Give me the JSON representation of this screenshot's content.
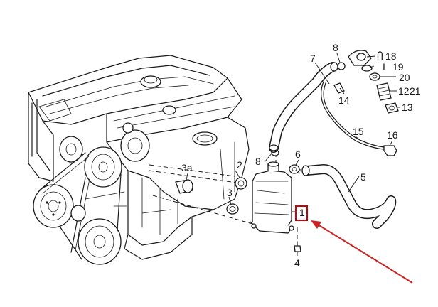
{
  "diagram": {
    "callouts": [
      {
        "id": "p1",
        "text": "1"
      },
      {
        "id": "p2",
        "text": "2"
      },
      {
        "id": "p3",
        "text": "3"
      },
      {
        "id": "p3a",
        "text": "3a"
      },
      {
        "id": "p4",
        "text": "4"
      },
      {
        "id": "p5",
        "text": "5"
      },
      {
        "id": "p6",
        "text": "6"
      },
      {
        "id": "p7",
        "text": "7"
      },
      {
        "id": "p8a",
        "text": "8"
      },
      {
        "id": "p8b",
        "text": "8"
      },
      {
        "id": "p12",
        "text": "12"
      },
      {
        "id": "p13",
        "text": "13"
      },
      {
        "id": "p14",
        "text": "14"
      },
      {
        "id": "p15",
        "text": "15"
      },
      {
        "id": "p16",
        "text": "16"
      },
      {
        "id": "p18",
        "text": "18"
      },
      {
        "id": "p19",
        "text": "19"
      },
      {
        "id": "p20",
        "text": "20"
      },
      {
        "id": "p21",
        "text": "21"
      }
    ],
    "highlight": {
      "target": "1",
      "color": "#cc0000"
    },
    "arrow": {
      "color": "#cc2222"
    }
  }
}
